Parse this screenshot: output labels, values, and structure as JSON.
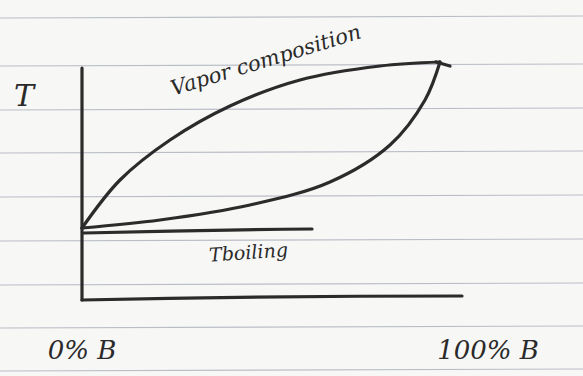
{
  "diagram": {
    "labels": [
      "T",
      "Vapor composition",
      "Tboiling",
      "0% B",
      "100% B"
    ]
  }
}
